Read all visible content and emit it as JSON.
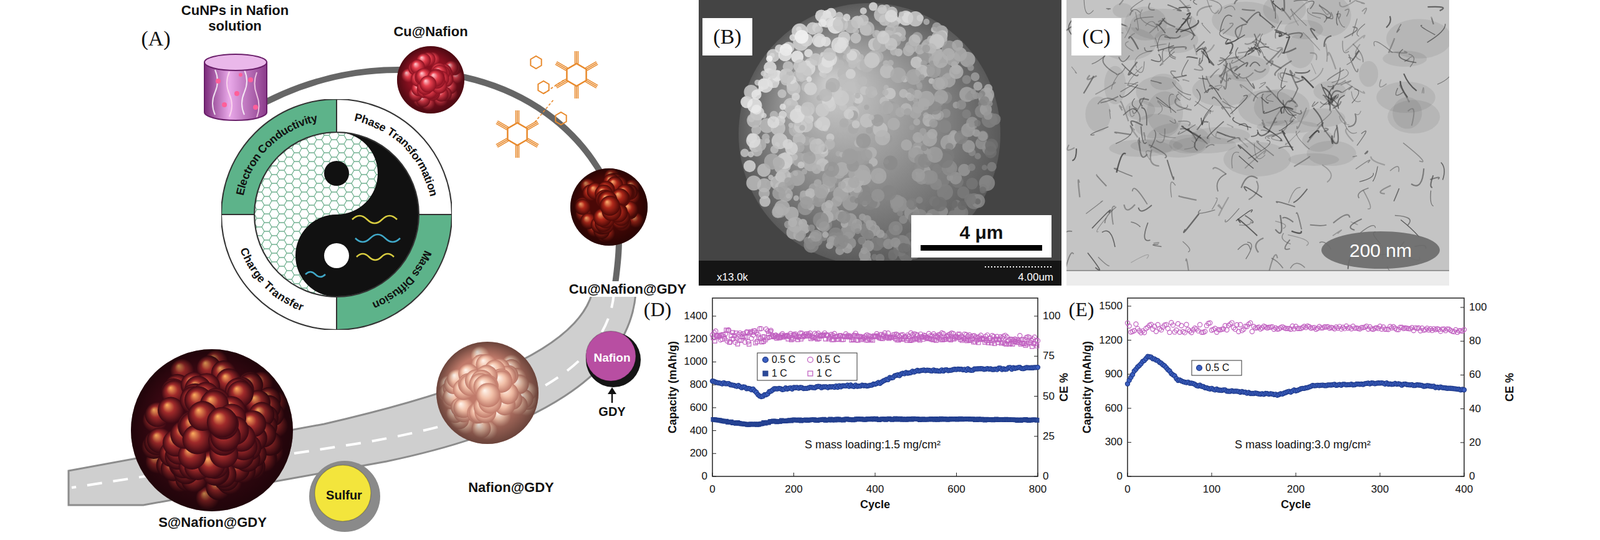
{
  "diagram": {
    "nodes": [
      {
        "text": [
          "CuNPs in Nafion solution"
        ]
      },
      {
        "text": [
          "Cu@Nafion"
        ]
      },
      {
        "text": [
          "Electron Conductivity"
        ]
      },
      {
        "text": [
          "Phase Transformation"
        ]
      },
      {
        "text": [
          "Mass Diffusion"
        ]
      },
      {
        "text": [
          "Charge Transfer"
        ]
      },
      {
        "text": [
          "Cu@Nafion@GDY"
        ]
      },
      {
        "text": [
          "Nafion"
        ]
      },
      {
        "text": [
          "Nafion@GDY"
        ]
      },
      {
        "text": [
          "Sulfur"
        ]
      },
      {
        "text": [
          "S@Nafion@GDY"
        ]
      },
      {
        "text": [
          "(B)"
        ]
      },
      {
        "text": [
          "4 μm"
        ]
      },
      {
        "text": [
          "(C)"
        ]
      }
    ],
    "labels": [
      "(A)",
      "GDY",
      "x13.0k",
      "4.00um",
      "200 nm",
      "(D)",
      "0",
      "200",
      "400",
      "600",
      "800",
      "1000",
      "1200",
      "1400",
      "0",
      "25",
      "50",
      "75",
      "100",
      "0",
      "200",
      "400",
      "600",
      "800",
      "Capacity (mAh/g)",
      "CE %",
      "Cycle",
      "S mass loading:1.5 mg/cm²",
      "(E)",
      "0",
      "300",
      "600",
      "900",
      "1200",
      "1500",
      "0",
      "20",
      "40",
      "60",
      "80",
      "100",
      "0",
      "100",
      "200",
      "300",
      "400",
      "Capacity (mAh/g)",
      "CE %",
      "Cycle",
      "S mass loading:3.0 mg/cm²"
    ],
    "legend": [
      {
        "text": "0.5 C"
      },
      {
        "text": "1 C"
      },
      {
        "text": "0.5 C"
      },
      {
        "text": "1 C"
      },
      {
        "text": "0.5 C"
      }
    ]
  }
}
